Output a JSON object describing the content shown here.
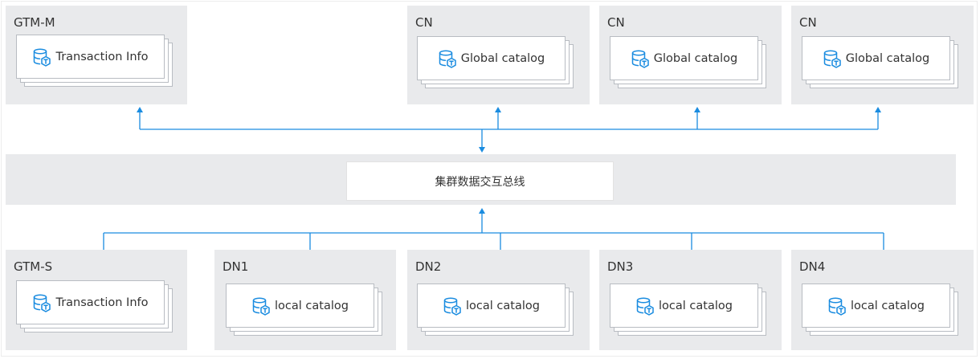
{
  "colors": {
    "panel": "#e9eaec",
    "connector": "#1a8ce0",
    "icon": "#1a8ce0"
  },
  "top_nodes": [
    {
      "title": "GTM-M",
      "card": {
        "label": "Transaction Info",
        "icon": "database-icon"
      }
    },
    {
      "title": "CN",
      "card": {
        "label": "Global catalog",
        "icon": "database-icon"
      }
    },
    {
      "title": "CN",
      "card": {
        "label": "Global catalog",
        "icon": "database-icon"
      }
    },
    {
      "title": "CN",
      "card": {
        "label": "Global catalog",
        "icon": "database-icon"
      }
    }
  ],
  "bus": {
    "label": "集群数据交互总线"
  },
  "bottom_nodes": [
    {
      "title": "GTM-S",
      "card": {
        "label": "Transaction Info",
        "icon": "database-icon"
      }
    },
    {
      "title": "DN1",
      "card": {
        "label": "local catalog",
        "icon": "database-icon"
      }
    },
    {
      "title": "DN2",
      "card": {
        "label": "local catalog",
        "icon": "database-icon"
      }
    },
    {
      "title": "DN3",
      "card": {
        "label": "local catalog",
        "icon": "database-icon"
      }
    },
    {
      "title": "DN4",
      "card": {
        "label": "local catalog",
        "icon": "database-icon"
      }
    }
  ]
}
